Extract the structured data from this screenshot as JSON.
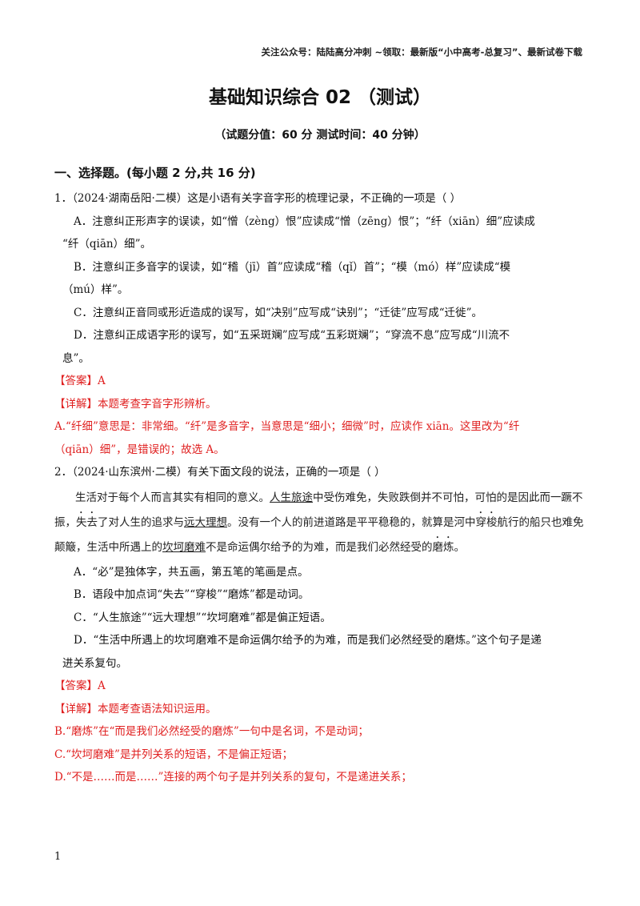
{
  "header_note": "关注公众号：陆陆高分冲刺 ~领取：最新版“小中高考-总复习”、最新试卷下载",
  "title": "基础知识综合 02  （测试）",
  "subtitle": "（试题分值：60 分    测试时间：40 分钟）",
  "section1": "一、选择题。(每小题 2 分,共 16 分)",
  "q1": {
    "stem": "1．（2024·湖南岳阳·二模）这是小语有关字音字形的梳理记录，不正确的一项是（   ）",
    "optA_1": "A．注意纠正形声字的误读，如“憎（zèng）恨”应读成“憎（zēng）恨”；“纤（xiān）细”应读成",
    "optA_2": "“纤（qiān）细”。",
    "optB_1": "B．注意纠正多音字的误读，如“稽（jī）首”应读成“稽（qǐ）首”；“模（mó）样”应读成“模",
    "optB_2": "（mú）样”。",
    "optC": "C．注意纠正音同或形近造成的误写，如“决别”应写成“诀别”；“迁徒”应写成“迁徙”。",
    "optD_1": "D．注意纠正成语字形的误写，如“五采斑斓”应写成“五彩斑斓”；“穿流不息”应写成“川流不",
    "optD_2": "息”。",
    "answer": "【答案】A",
    "detail": "【详解】本题考查字音字形辨析。",
    "exp_1": "A.“纤细”意思是：非常细。“纤”是多音字，当意思是“细小；细微”时，应读作 xiān。这里改为“纤",
    "exp_2": "（qiān）细”，是错误的；故选 A。"
  },
  "q2": {
    "stem": "2．（2024·山东滨州·二模）有关下面文段的说法，正确的一项是（   ）",
    "passage_1a": "生活对于每个人而言其实有相同的意义。",
    "passage_1b": "人生旅途",
    "passage_1c": "中受伤难免，失败跌倒并不可怕，可怕的是因此",
    "passage_2a": "而一蹶不振，",
    "passage_2b": "失去",
    "passage_2c": "了对人生的追求与",
    "passage_2d": "远大理想",
    "passage_2e": "。没有一个人的前进道路是平平稳稳的，就算是河中",
    "passage_2f": "穿梭",
    "passage_2g": "航",
    "passage_3a": "行的船只也难免颠簸，生活中所遇上的",
    "passage_3b": "坎坷磨难",
    "passage_3c": "不是命运偶尔给予的为难，而是我们必然经受的",
    "passage_3d": "磨炼",
    "passage_3e": "。",
    "optA": "A．“必”是独体字，共五画，第五笔的笔画是点。",
    "optB": "B．语段中加点词“失去”“穿梭”“磨炼”都是动词。",
    "optC": "C．“人生旅途”“远大理想”“坎坷磨难”都是偏正短语。",
    "optD_1": "D．“生活中所遇上的坎坷磨难不是命运偶尔给予的为难，而是我们必然经受的磨炼。”这个句子是递",
    "optD_2": "进关系复句。",
    "answer": "【答案】A",
    "detail": "【详解】本题考查语法知识运用。",
    "exp_B": "B.“磨炼”在“而是我们必然经受的磨炼”一句中是名词，不是动词；",
    "exp_C": "C.“坎坷磨难”是并列关系的短语，不是偏正短语；",
    "exp_D": "D.“不是……而是……”连接的两个句子是并列关系的复句，不是递进关系；"
  },
  "page_number": "1"
}
